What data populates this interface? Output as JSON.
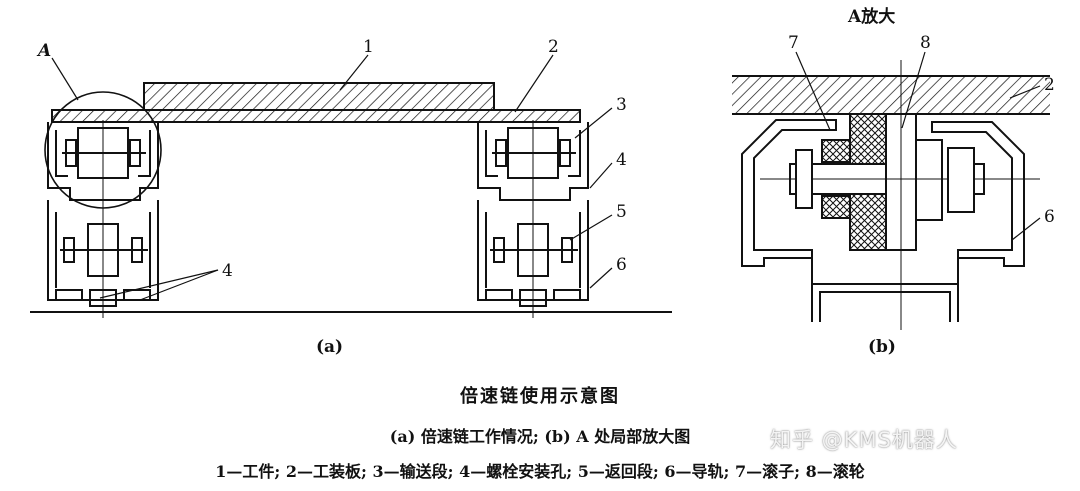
{
  "panel_a": {
    "label_A": "A",
    "callouts": {
      "c1": "1",
      "c2": "2",
      "c3": "3",
      "c4": "4",
      "c4b": "4",
      "c5": "5",
      "c6": "6"
    },
    "sub_label": "(a)"
  },
  "panel_b": {
    "title": "A放大",
    "callouts": {
      "c7": "7",
      "c8": "8",
      "c2": "2",
      "c6": "6"
    },
    "sub_label": "(b)"
  },
  "caption": {
    "title": "倍速链使用示意图",
    "subtitle": "(a) 倍速链工作情况; (b) A 处局部放大图",
    "legend": "1—工件; 2—工装板; 3—输送段; 4—螺栓安装孔; 5—返回段; 6—导轨; 7—滚子; 8—滚轮"
  },
  "watermark": "知乎 @KMS机器人",
  "colors": {
    "line": "#111111",
    "background": "#ffffff"
  }
}
